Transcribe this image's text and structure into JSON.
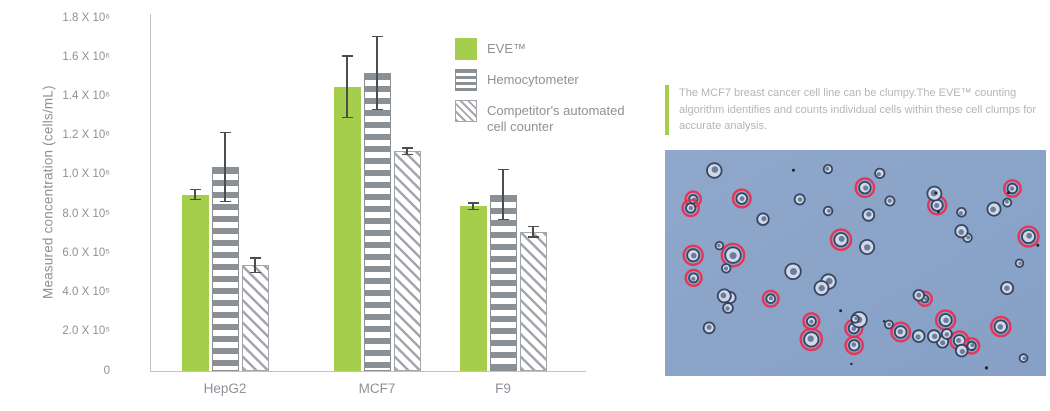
{
  "chart_data": {
    "type": "bar",
    "title": "",
    "xlabel": "",
    "ylabel": "Measured concentration (cells/mL)",
    "categories": [
      "HepG2",
      "MCF7",
      "F9"
    ],
    "series": [
      {
        "name": "EVE™",
        "style": "solid-green",
        "values": [
          900000,
          1450000,
          840000
        ],
        "errors": [
          30000,
          160000,
          20000
        ]
      },
      {
        "name": "Hemocytometer",
        "style": "h-stripes",
        "values": [
          1040000,
          1520000,
          900000
        ],
        "errors": [
          180000,
          190000,
          130000
        ]
      },
      {
        "name": "Competitor's automated cell counter",
        "style": "d-stripes",
        "values": [
          540000,
          1120000,
          710000
        ],
        "errors": [
          40000,
          20000,
          30000
        ]
      }
    ],
    "ylim": [
      0,
      1800000
    ],
    "yticks": [
      {
        "label": "1.8 X 10⁶",
        "value": 1800000
      },
      {
        "label": "1.6 X 10⁶",
        "value": 1600000
      },
      {
        "label": "1.4 X 10⁶",
        "value": 1400000
      },
      {
        "label": "1.2 X 10⁶",
        "value": 1200000
      },
      {
        "label": "1.0 X 10⁶",
        "value": 1000000
      },
      {
        "label": "8.0 X 10⁵",
        "value": 800000
      },
      {
        "label": "6.0 X 10⁵",
        "value": 600000
      },
      {
        "label": "4.0 X 10⁵",
        "value": 400000
      },
      {
        "label": "2.0 X 10⁵",
        "value": 200000
      },
      {
        "label": "0",
        "value": 0
      }
    ],
    "grid": false,
    "legend_position": "top-right"
  },
  "callout": {
    "text": "The MCF7 breast cancer cell line can be clumpy.The EVE™ counting algorithm identifies and counts individual cells within these cell clumps for accurate analysis.",
    "accent_color": "#a4ce4c"
  },
  "micrograph": {
    "background": "#87a0c6",
    "cell_outline_color": "#33415e",
    "cell_fill_color": "#d3dcea",
    "marker_color": "#ee2b4d",
    "cells_total": 58,
    "cells_marked": 22
  },
  "colors": {
    "eve_green": "#a4ce4c",
    "stripe_gray": "#8b9095",
    "axis_gray": "#8d9298"
  }
}
